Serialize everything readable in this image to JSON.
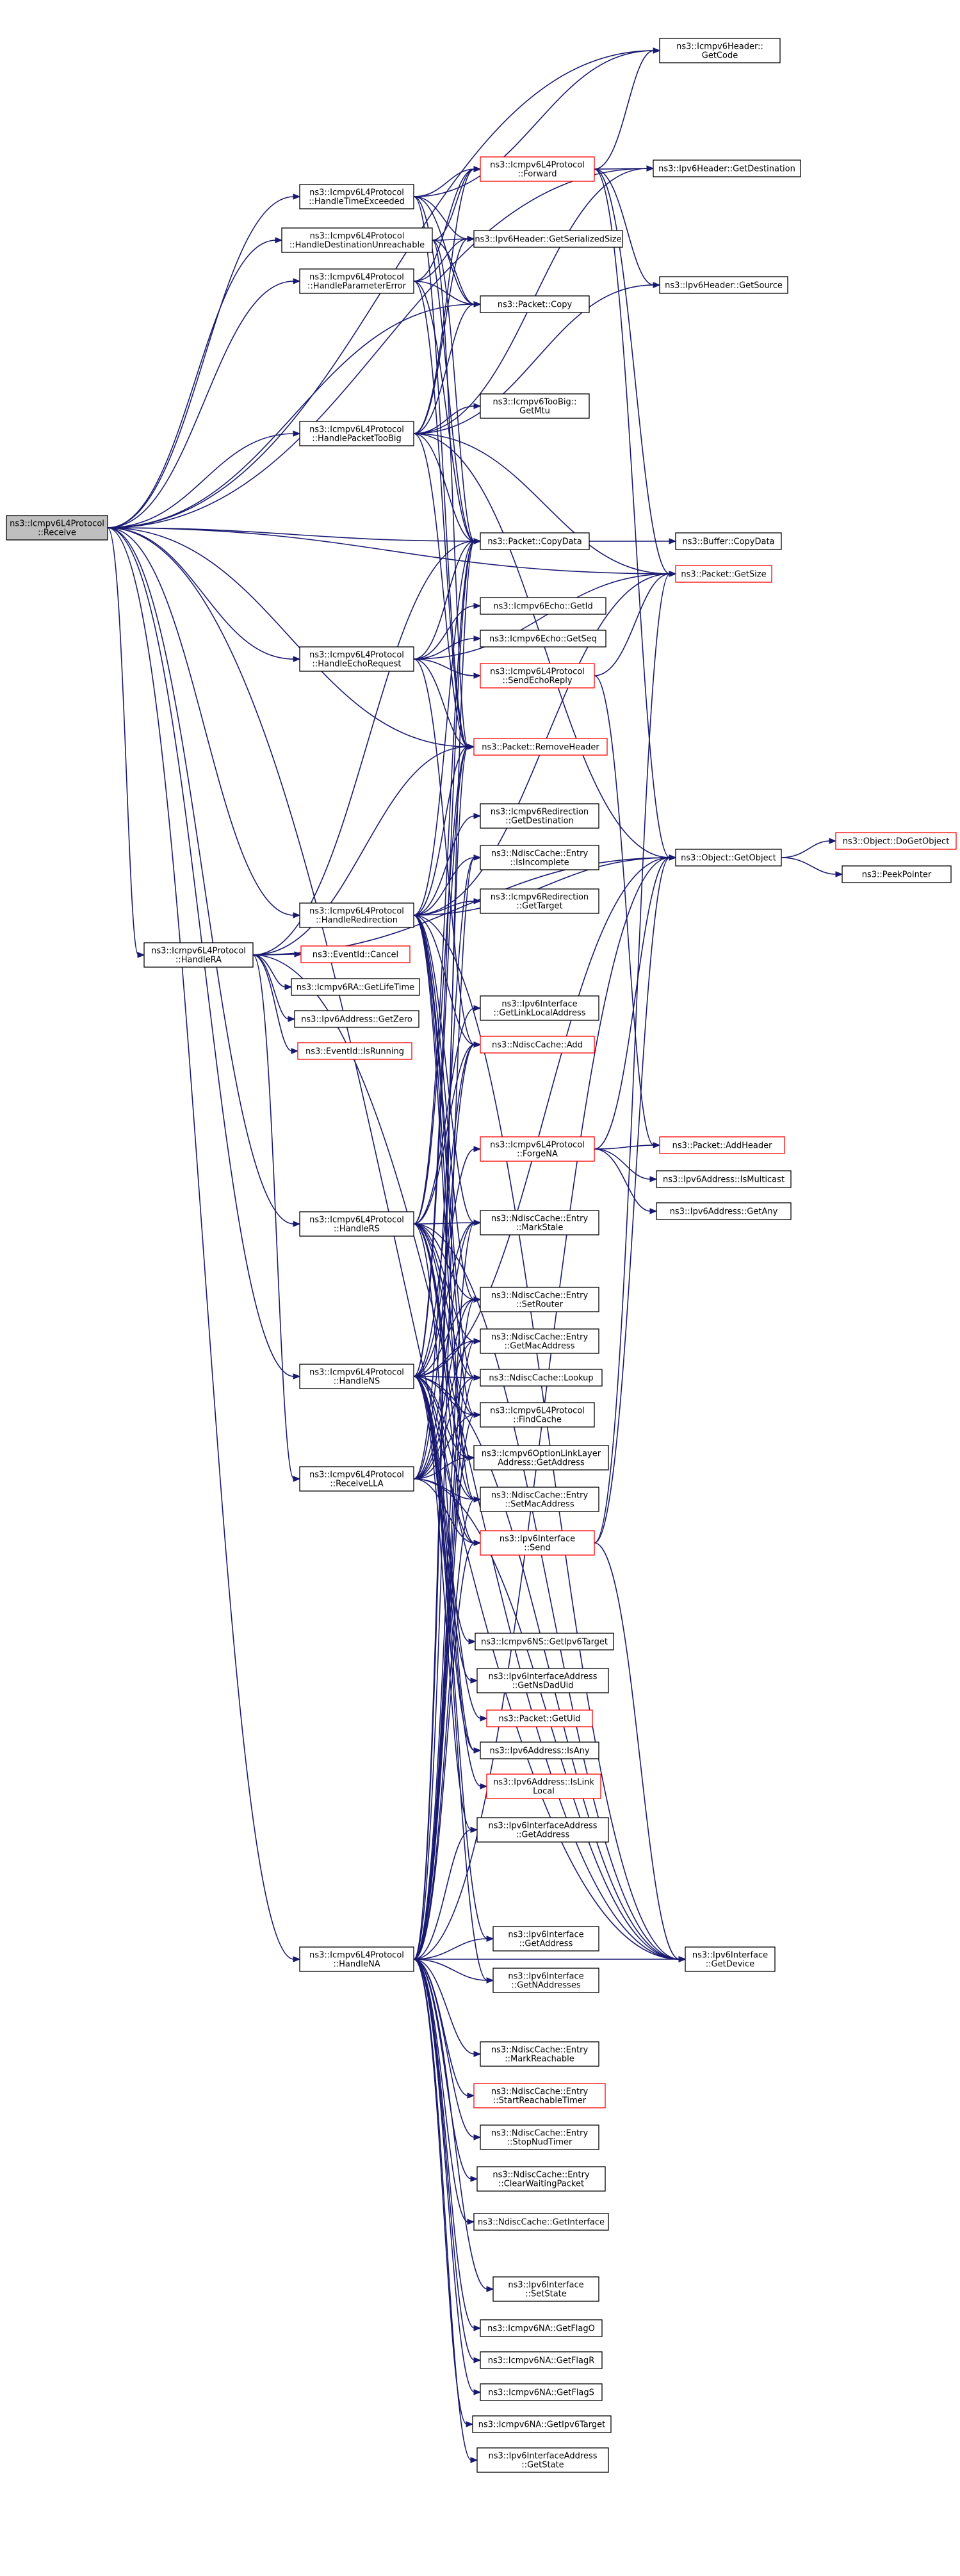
{
  "colors": {
    "edge": "#191970",
    "root_fill": "#bfbfbf",
    "node_border": "#000000",
    "link_node_border": "#ff0000",
    "background": "#ffffff"
  },
  "nodes": {
    "receive": {
      "lines": [
        "ns3::Icmpv6L4Protocol",
        "::Receive"
      ]
    },
    "handle_time_exceeded": {
      "lines": [
        "ns3::Icmpv6L4Protocol",
        "::HandleTimeExceeded"
      ]
    },
    "handle_destination_unreachable": {
      "lines": [
        "ns3::Icmpv6L4Protocol",
        "::HandleDestinationUnreachable"
      ]
    },
    "handle_parameter_error": {
      "lines": [
        "ns3::Icmpv6L4Protocol",
        "::HandleParameterError"
      ]
    },
    "handle_packet_too_big": {
      "lines": [
        "ns3::Icmpv6L4Protocol",
        "::HandlePacketTooBig"
      ]
    },
    "handle_echo_request": {
      "lines": [
        "ns3::Icmpv6L4Protocol",
        "::HandleEchoRequest"
      ]
    },
    "handle_redirection": {
      "lines": [
        "ns3::Icmpv6L4Protocol",
        "::HandleRedirection"
      ]
    },
    "handle_ra": {
      "lines": [
        "ns3::Icmpv6L4Protocol",
        "::HandleRA"
      ]
    },
    "handle_rs": {
      "lines": [
        "ns3::Icmpv6L4Protocol",
        "::HandleRS"
      ]
    },
    "handle_ns": {
      "lines": [
        "ns3::Icmpv6L4Protocol",
        "::HandleNS"
      ]
    },
    "receive_lla": {
      "lines": [
        "ns3::Icmpv6L4Protocol",
        "::ReceiveLLA"
      ]
    },
    "handle_na": {
      "lines": [
        "ns3::Icmpv6L4Protocol",
        "::HandleNA"
      ]
    },
    "forward": {
      "lines": [
        "ns3::Icmpv6L4Protocol",
        "::Forward"
      ]
    },
    "ipv6_get_serialized_size": {
      "lines": [
        "ns3::Ipv6Header::GetSerializedSize"
      ]
    },
    "packet_copy": {
      "lines": [
        "ns3::Packet::Copy"
      ]
    },
    "icmpv6_too_big_get_mtu": {
      "lines": [
        "ns3::Icmpv6TooBig::",
        "GetMtu"
      ]
    },
    "packet_copy_data": {
      "lines": [
        "ns3::Packet::CopyData"
      ]
    },
    "echo_get_id": {
      "lines": [
        "ns3::Icmpv6Echo::GetId"
      ]
    },
    "echo_get_seq": {
      "lines": [
        "ns3::Icmpv6Echo::GetSeq"
      ]
    },
    "send_echo_reply": {
      "lines": [
        "ns3::Icmpv6L4Protocol",
        "::SendEchoReply"
      ]
    },
    "packet_remove_header": {
      "lines": [
        "ns3::Packet::RemoveHeader"
      ]
    },
    "redirection_get_destination": {
      "lines": [
        "ns3::Icmpv6Redirection",
        "::GetDestination"
      ]
    },
    "ndisc_entry_is_incomplete": {
      "lines": [
        "ns3::NdiscCache::Entry",
        "::IsIncomplete"
      ]
    },
    "redirection_get_target": {
      "lines": [
        "ns3::Icmpv6Redirection",
        "::GetTarget"
      ]
    },
    "event_id_cancel": {
      "lines": [
        "ns3::EventId::Cancel"
      ]
    },
    "ra_get_life_time": {
      "lines": [
        "ns3::Icmpv6RA::GetLifeTime"
      ]
    },
    "ipv6_address_get_zero": {
      "lines": [
        "ns3::Ipv6Address::GetZero"
      ]
    },
    "event_id_is_running": {
      "lines": [
        "ns3::EventId::IsRunning"
      ]
    },
    "get_link_local_address": {
      "lines": [
        "ns3::Ipv6Interface",
        "::GetLinkLocalAddress"
      ]
    },
    "ndisc_cache_add": {
      "lines": [
        "ns3::NdiscCache::Add"
      ]
    },
    "forge_na": {
      "lines": [
        "ns3::Icmpv6L4Protocol",
        "::ForgeNA"
      ]
    },
    "ndisc_entry_mark_stale": {
      "lines": [
        "ns3::NdiscCache::Entry",
        "::MarkStale"
      ]
    },
    "ndisc_entry_set_router": {
      "lines": [
        "ns3::NdiscCache::Entry",
        "::SetRouter"
      ]
    },
    "ndisc_entry_get_mac_address": {
      "lines": [
        "ns3::NdiscCache::Entry",
        "::GetMacAddress"
      ]
    },
    "ndisc_cache_lookup": {
      "lines": [
        "ns3::NdiscCache::Lookup"
      ]
    },
    "find_cache": {
      "lines": [
        "ns3::Icmpv6L4Protocol",
        "::FindCache"
      ]
    },
    "option_link_layer_get_address": {
      "lines": [
        "ns3::Icmpv6OptionLinkLayer",
        "Address::GetAddress"
      ]
    },
    "ndisc_entry_set_mac_address": {
      "lines": [
        "ns3::NdiscCache::Entry",
        "::SetMacAddress"
      ]
    },
    "ipv6_interface_send": {
      "lines": [
        "ns3::Ipv6Interface",
        "::Send"
      ]
    },
    "ns_get_ipv6_target": {
      "lines": [
        "ns3::Icmpv6NS::GetIpv6Target"
      ]
    },
    "iface_address_get_ns_dad_uid": {
      "lines": [
        "ns3::Ipv6InterfaceAddress",
        "::GetNsDadUid"
      ]
    },
    "packet_get_uid": {
      "lines": [
        "ns3::Packet::GetUid"
      ]
    },
    "ipv6_address_is_any": {
      "lines": [
        "ns3::Ipv6Address::IsAny"
      ]
    },
    "ipv6_address_is_link_local": {
      "lines": [
        "ns3::Ipv6Address::IsLink",
        "Local"
      ]
    },
    "iface_address_get_address": {
      "lines": [
        "ns3::Ipv6InterfaceAddress",
        "::GetAddress"
      ]
    },
    "ipv6_interface_get_address": {
      "lines": [
        "ns3::Ipv6Interface",
        "::GetAddress"
      ]
    },
    "ipv6_interface_get_n_addresses": {
      "lines": [
        "ns3::Ipv6Interface",
        "::GetNAddresses"
      ]
    },
    "ndisc_entry_mark_reachable": {
      "lines": [
        "ns3::NdiscCache::Entry",
        "::MarkReachable"
      ]
    },
    "ndisc_entry_start_reachable_timer": {
      "lines": [
        "ns3::NdiscCache::Entry",
        "::StartReachableTimer"
      ]
    },
    "ndisc_entry_stop_nud_timer": {
      "lines": [
        "ns3::NdiscCache::Entry",
        "::StopNudTimer"
      ]
    },
    "ndisc_entry_clear_waiting_packet": {
      "lines": [
        "ns3::NdiscCache::Entry",
        "::ClearWaitingPacket"
      ]
    },
    "ndisc_cache_get_interface": {
      "lines": [
        "ns3::NdiscCache::GetInterface"
      ]
    },
    "ipv6_interface_set_state": {
      "lines": [
        "ns3::Ipv6Interface",
        "::SetState"
      ]
    },
    "na_get_flag_o": {
      "lines": [
        "ns3::Icmpv6NA::GetFlagO"
      ]
    },
    "na_get_flag_r": {
      "lines": [
        "ns3::Icmpv6NA::GetFlagR"
      ]
    },
    "na_get_flag_s": {
      "lines": [
        "ns3::Icmpv6NA::GetFlagS"
      ]
    },
    "na_get_ipv6_target": {
      "lines": [
        "ns3::Icmpv6NA::GetIpv6Target"
      ]
    },
    "iface_address_get_state": {
      "lines": [
        "ns3::Ipv6InterfaceAddress",
        "::GetState"
      ]
    },
    "icmpv6_header_get_code": {
      "lines": [
        "ns3::Icmpv6Header::",
        "GetCode"
      ]
    },
    "ipv6_header_get_destination": {
      "lines": [
        "ns3::Ipv6Header::GetDestination"
      ]
    },
    "ipv6_header_get_source": {
      "lines": [
        "ns3::Ipv6Header::GetSource"
      ]
    },
    "buffer_copy_data": {
      "lines": [
        "ns3::Buffer::CopyData"
      ]
    },
    "packet_get_size": {
      "lines": [
        "ns3::Packet::GetSize"
      ]
    },
    "object_get_object": {
      "lines": [
        "ns3::Object::GetObject"
      ]
    },
    "packet_add_header": {
      "lines": [
        "ns3::Packet::AddHeader"
      ]
    },
    "ipv6_address_is_multicast": {
      "lines": [
        "ns3::Ipv6Address::IsMulticast"
      ]
    },
    "ipv6_address_get_any": {
      "lines": [
        "ns3::Ipv6Address::GetAny"
      ]
    },
    "ipv6_interface_get_device": {
      "lines": [
        "ns3::Ipv6Interface",
        "::GetDevice"
      ]
    },
    "object_do_get_object": {
      "lines": [
        "ns3::Object::DoGetObject"
      ]
    },
    "peek_pointer": {
      "lines": [
        "ns3::PeekPointer"
      ]
    }
  }
}
